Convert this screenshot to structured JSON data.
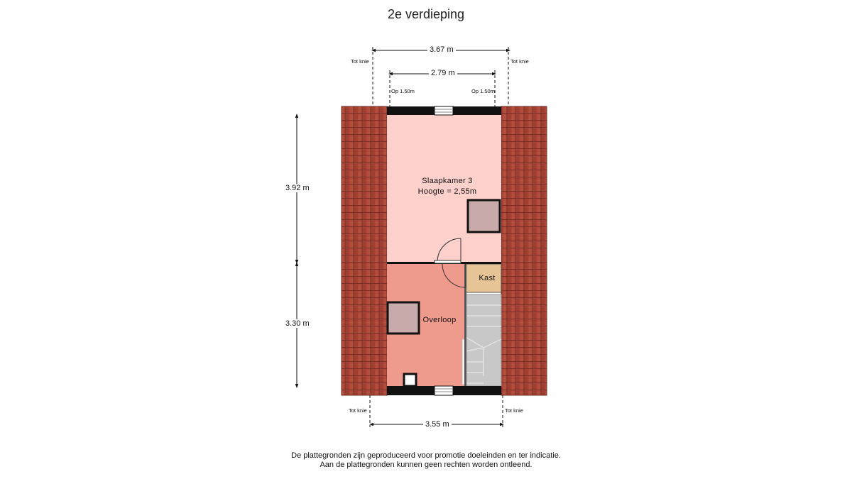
{
  "title": "2e verdieping",
  "dimensions": {
    "top_outer": "3.67 m",
    "top_inner": "2.79 m",
    "bottom": "3.55 m",
    "left_upper": "3.92 m",
    "left_lower": "3.30 m"
  },
  "markers": {
    "tot_knie": "Tot knie",
    "op_150": "Op 1.50m"
  },
  "rooms": {
    "slaapkamer": {
      "name": "Slaapkamer 3",
      "height": "Hoogte = 2,55m",
      "color": "#fdd0cc"
    },
    "overloop": {
      "name": "Overloop",
      "color": "#ee9a8c"
    },
    "kast": {
      "name": "Kast",
      "color": "#e6c496"
    }
  },
  "colors": {
    "roof": "#a84436",
    "wall": "#111111",
    "stairs": "#c8c8c8",
    "skylight": "#c9aaaa"
  },
  "disclaimer": {
    "line1": "De plattegronden zijn geproduceerd voor promotie doeleinden en ter indicatie.",
    "line2": "Aan de plattegronden kunnen geen rechten worden ontleend."
  }
}
